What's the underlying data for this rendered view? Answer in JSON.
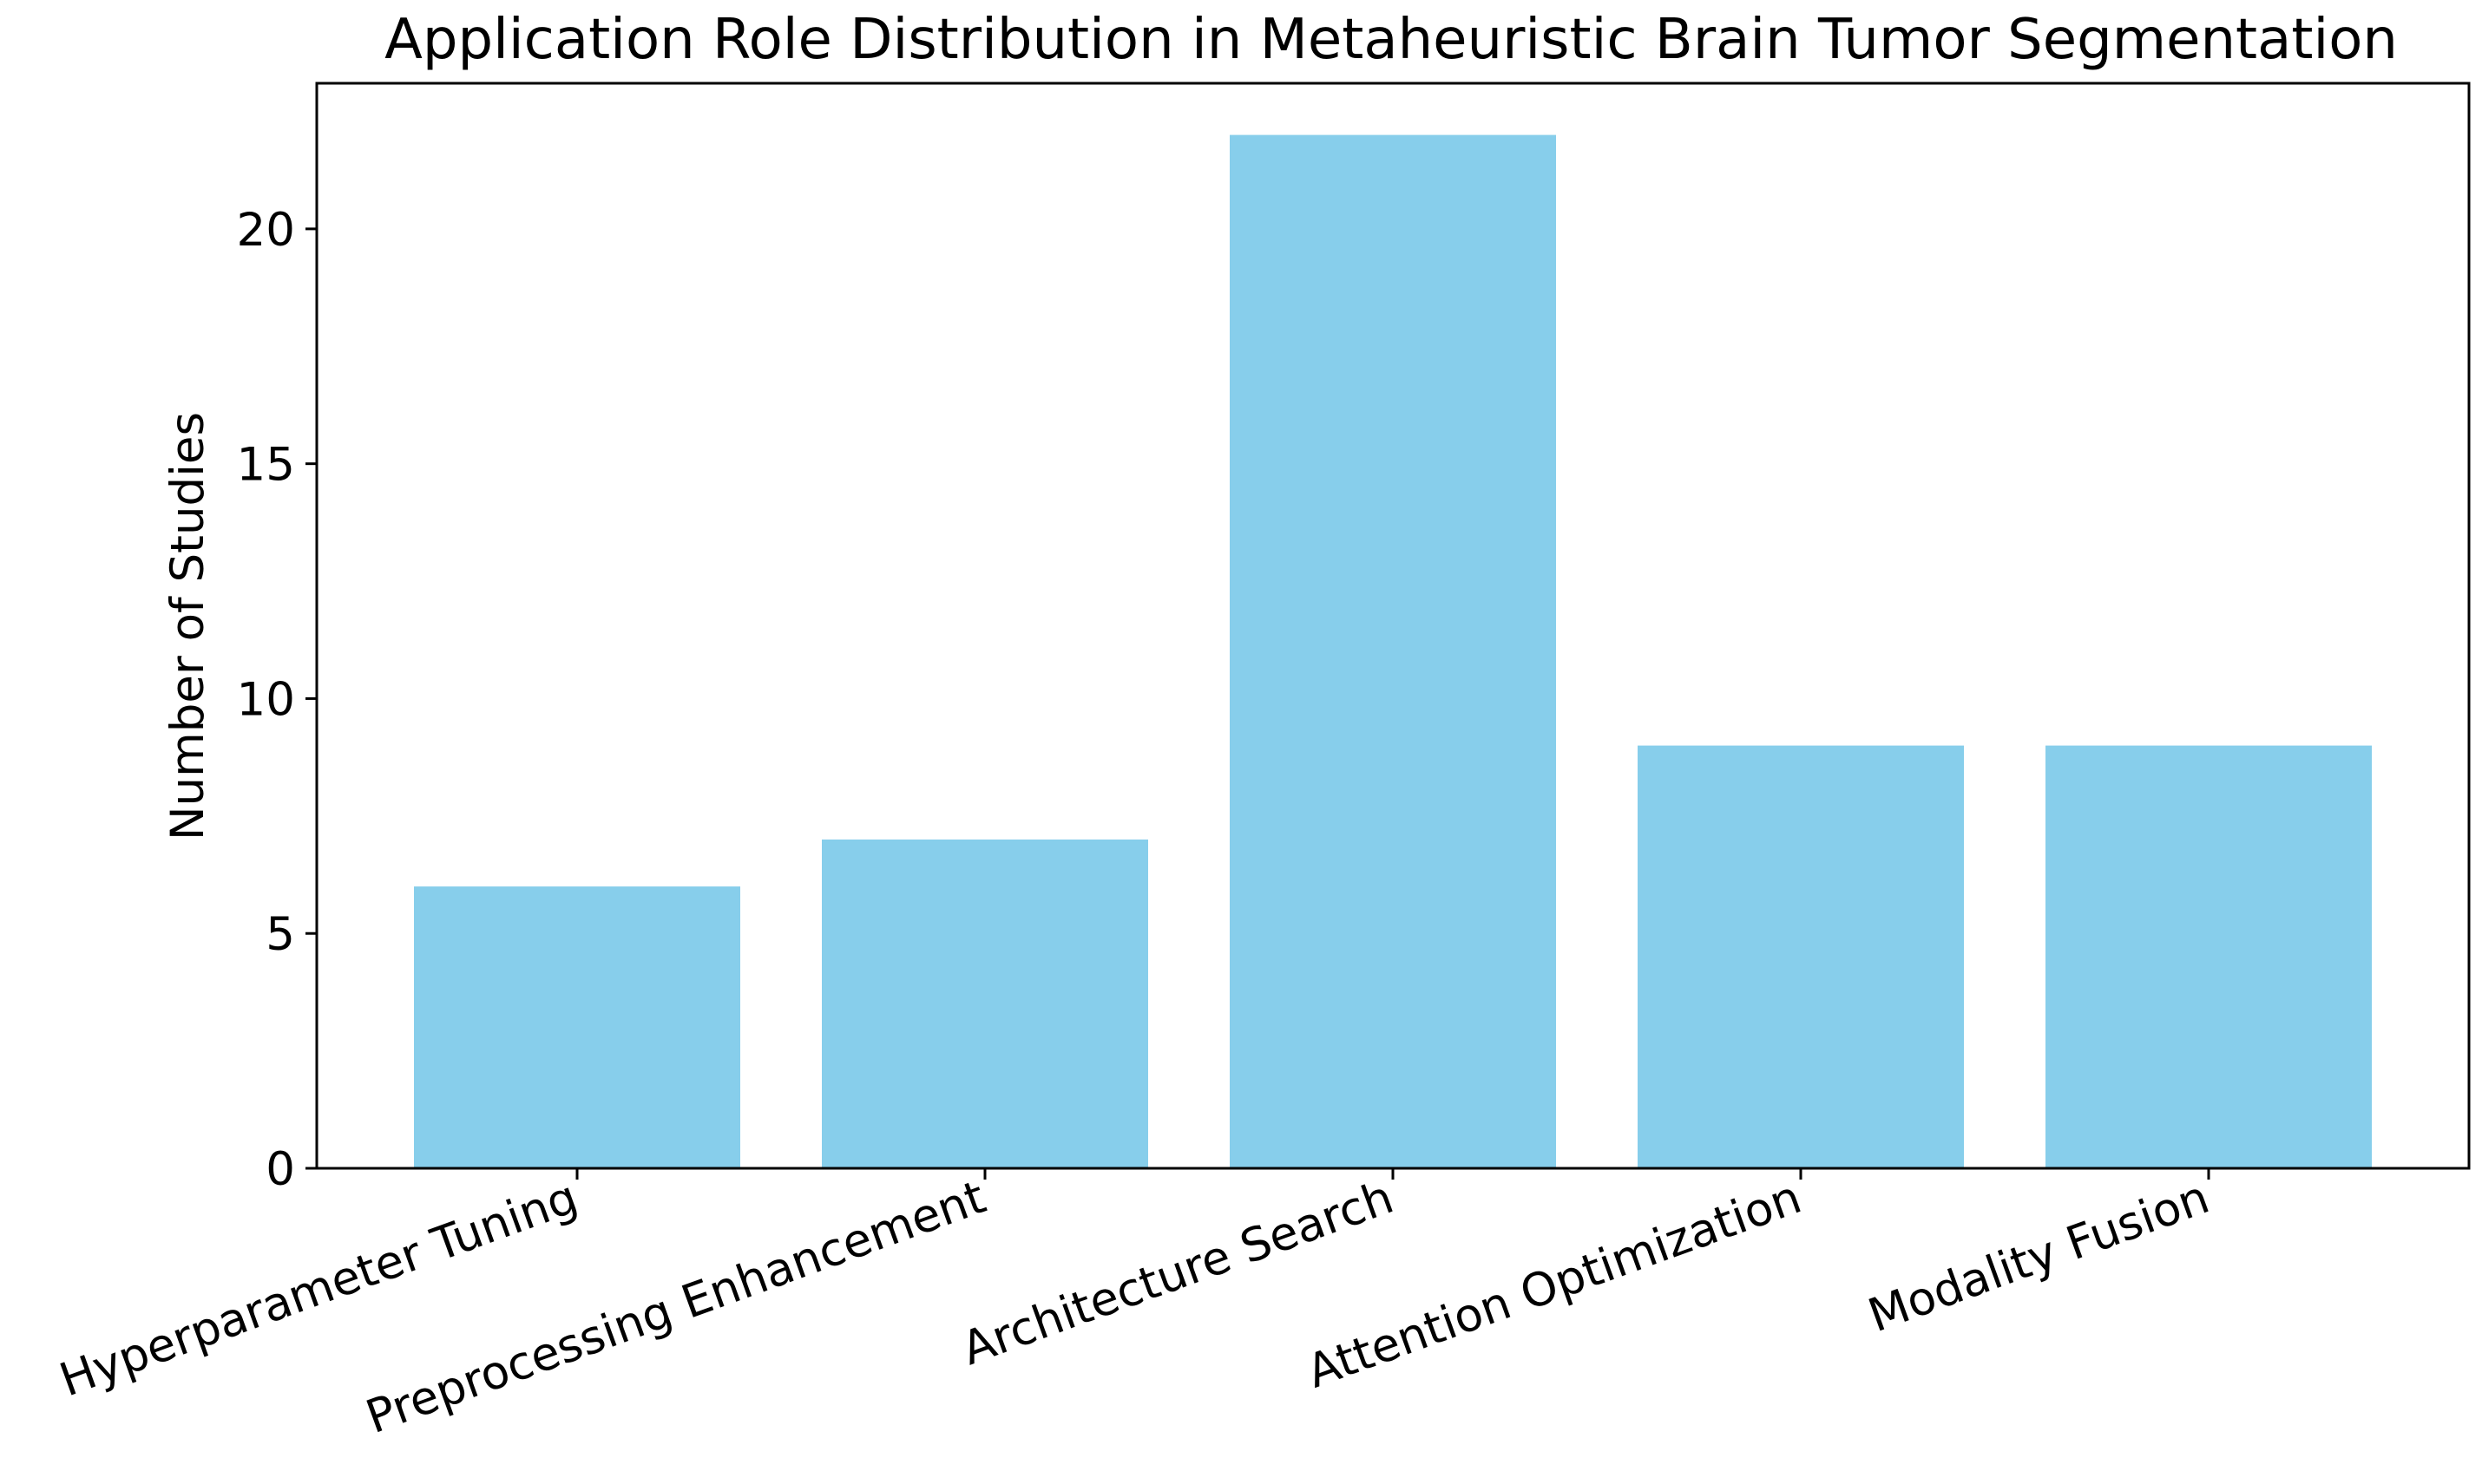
{
  "chart_data": {
    "type": "bar",
    "title": "Application Role Distribution in Metaheuristic Brain Tumor Segmentation",
    "xlabel": "",
    "ylabel": "Number of Studies",
    "categories": [
      "Hyperparameter Tuning",
      "Preprocessing Enhancement",
      "Architecture Search",
      "Attention Optimization",
      "Modality Fusion"
    ],
    "values": [
      6,
      7,
      22,
      9,
      9
    ],
    "ylim": [
      0,
      23.1
    ],
    "yticks": [
      "0",
      "5",
      "10",
      "15",
      "20"
    ],
    "bar_color": "#87ceeb",
    "grid": false,
    "legend": "none"
  }
}
